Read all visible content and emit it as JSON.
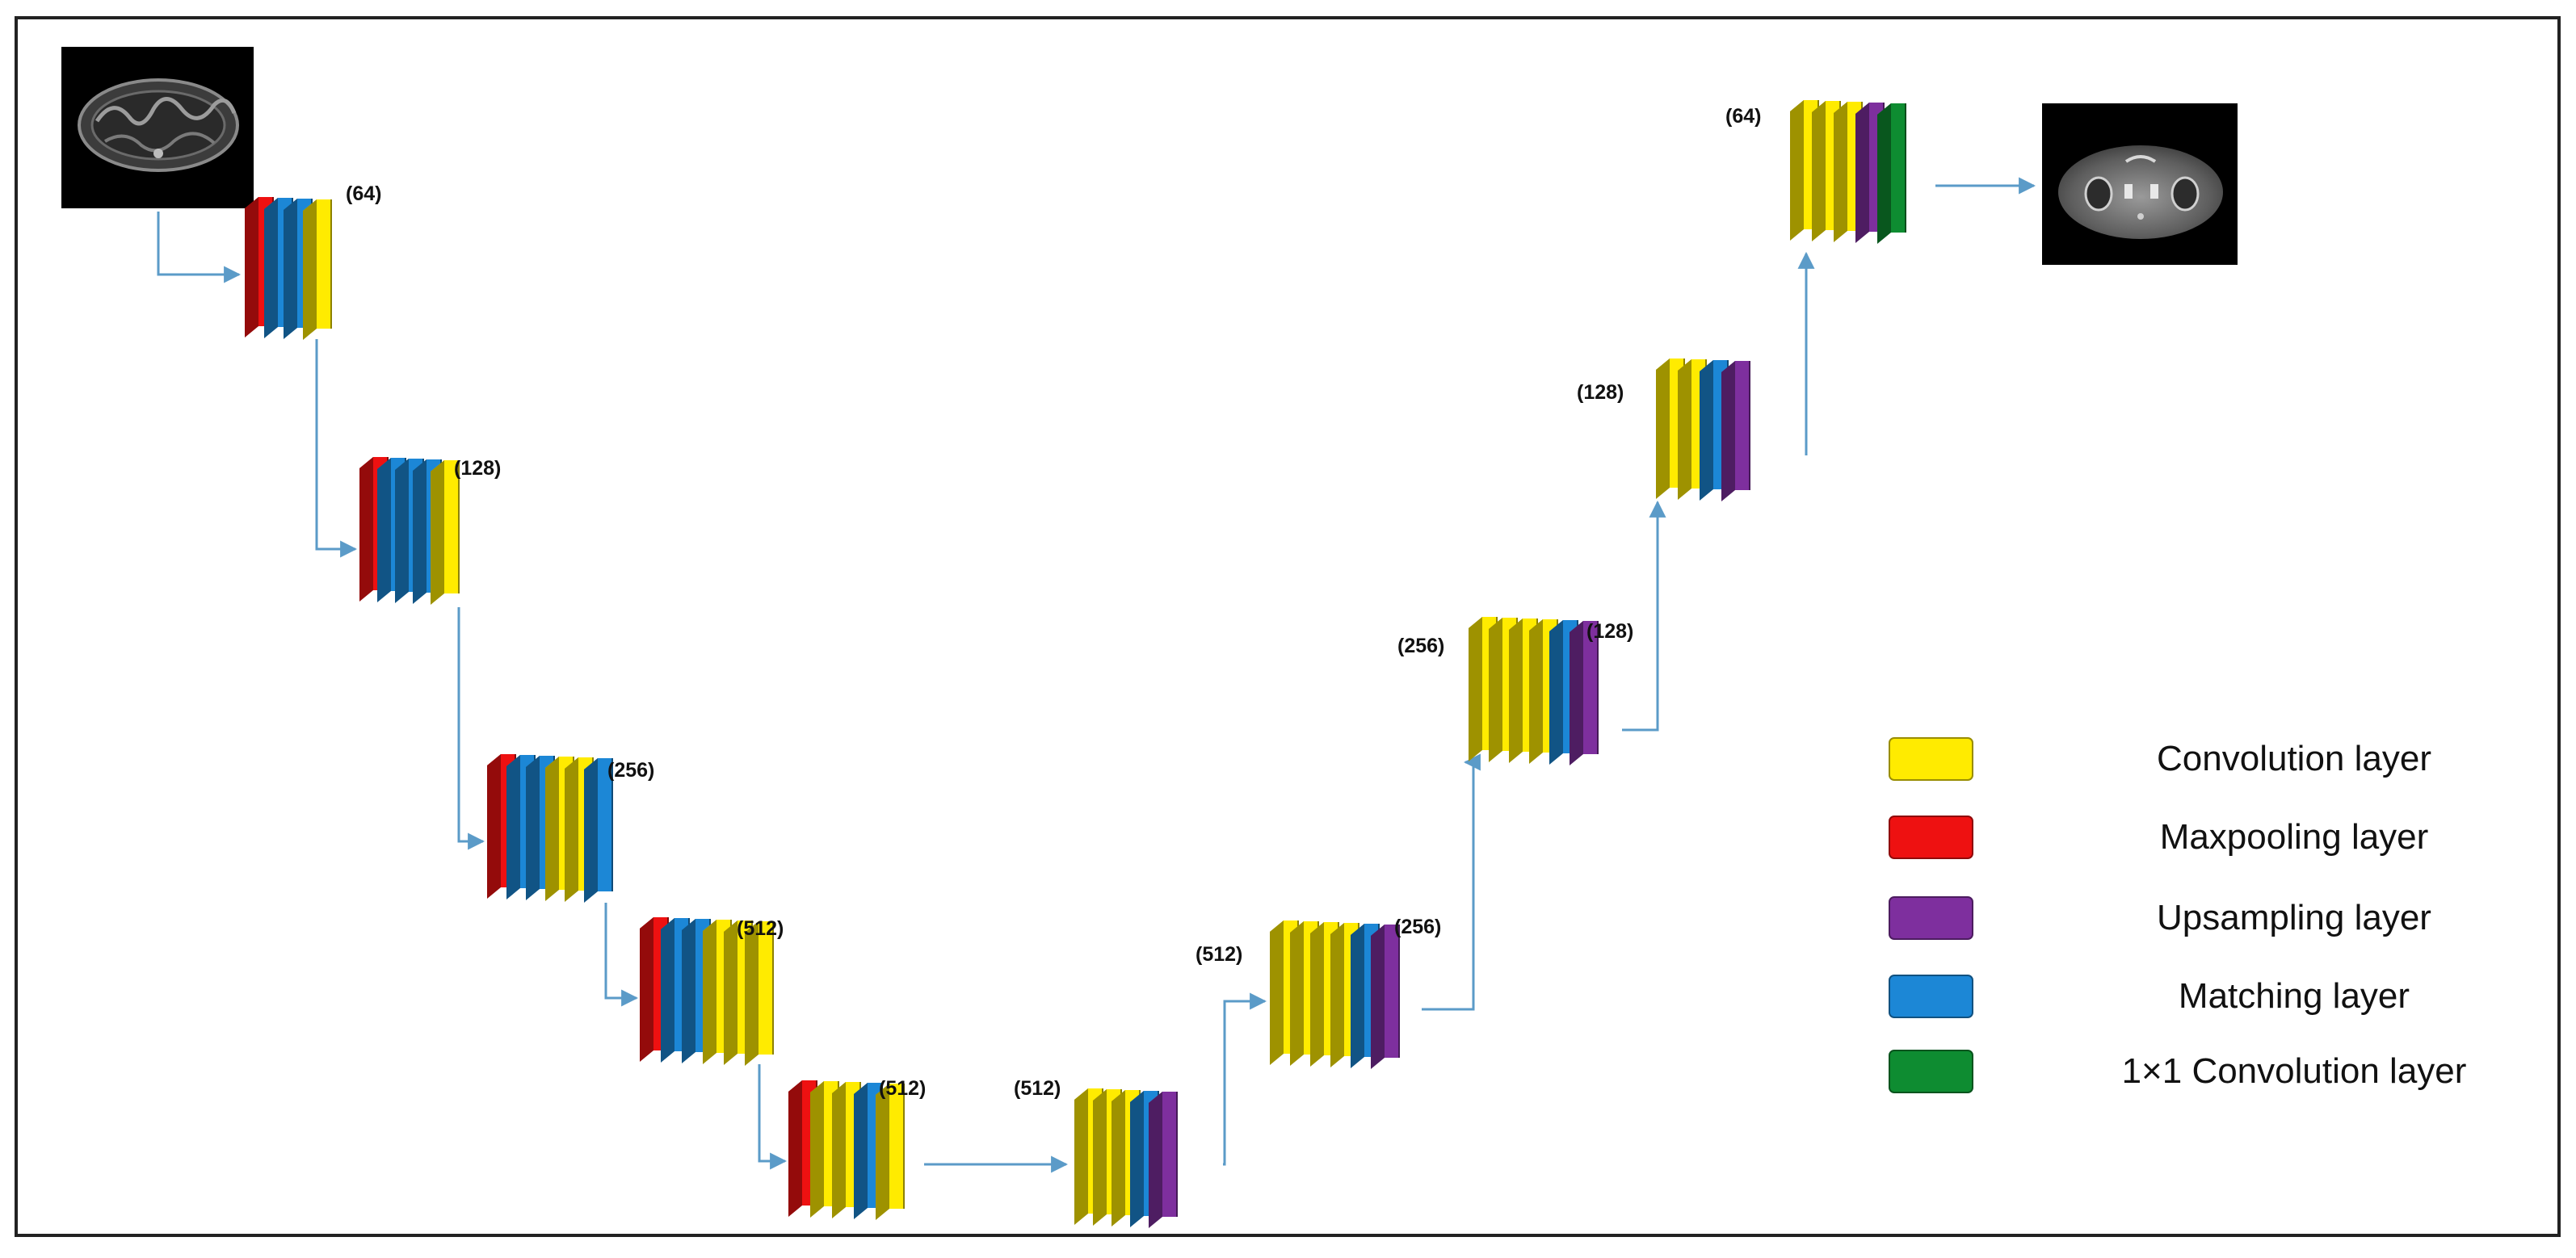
{
  "colors": {
    "convolution": "#FFEB00",
    "maxpooling": "#EE1111",
    "upsampling": "#7E2F9E",
    "matching": "#1C87D6",
    "conv1x1": "#0E8C31",
    "arrow": "#5B9BC8",
    "border": "#222222"
  },
  "legend": [
    {
      "key": "convolution",
      "label": "Convolution layer"
    },
    {
      "key": "maxpooling",
      "label": "Maxpooling layer"
    },
    {
      "key": "upsampling",
      "label": "Upsampling layer"
    },
    {
      "key": "matching",
      "label": "Matching  layer"
    },
    {
      "key": "conv1x1",
      "label": "1×1 Convolution layer"
    }
  ],
  "blocks": [
    {
      "id": "enc1",
      "layers": [
        "maxpooling",
        "matching",
        "matching",
        "convolution"
      ],
      "labels": [
        "(64)"
      ]
    },
    {
      "id": "enc2",
      "layers": [
        "maxpooling",
        "matching",
        "matching",
        "matching",
        "convolution"
      ],
      "labels": [
        "(128)"
      ]
    },
    {
      "id": "enc3",
      "layers": [
        "maxpooling",
        "matching",
        "matching",
        "convolution",
        "convolution",
        "matching"
      ],
      "labels": [
        "(256)"
      ]
    },
    {
      "id": "enc4",
      "layers": [
        "maxpooling",
        "matching",
        "matching",
        "convolution",
        "convolution",
        "convolution"
      ],
      "labels": [
        "(512)"
      ]
    },
    {
      "id": "enc5",
      "layers": [
        "maxpooling",
        "convolution",
        "convolution",
        "matching",
        "convolution"
      ],
      "labels": [
        "(512)"
      ]
    },
    {
      "id": "bottleneck",
      "layers": [
        "convolution",
        "convolution",
        "convolution",
        "matching",
        "upsampling"
      ],
      "labels": [
        "(512)"
      ]
    },
    {
      "id": "dec1",
      "layers": [
        "convolution",
        "convolution",
        "convolution",
        "convolution",
        "matching",
        "upsampling"
      ],
      "labels": [
        "(512)",
        "(256)"
      ]
    },
    {
      "id": "dec2",
      "layers": [
        "convolution",
        "convolution",
        "convolution",
        "convolution",
        "matching",
        "upsampling"
      ],
      "labels": [
        "(256)",
        "(128)"
      ]
    },
    {
      "id": "dec3",
      "layers": [
        "convolution",
        "convolution",
        "matching",
        "upsampling"
      ],
      "labels": [
        "(128)"
      ]
    },
    {
      "id": "dec4",
      "layers": [
        "convolution",
        "convolution",
        "convolution",
        "upsampling",
        "conv1x1"
      ],
      "labels": [
        "(64)"
      ]
    }
  ]
}
